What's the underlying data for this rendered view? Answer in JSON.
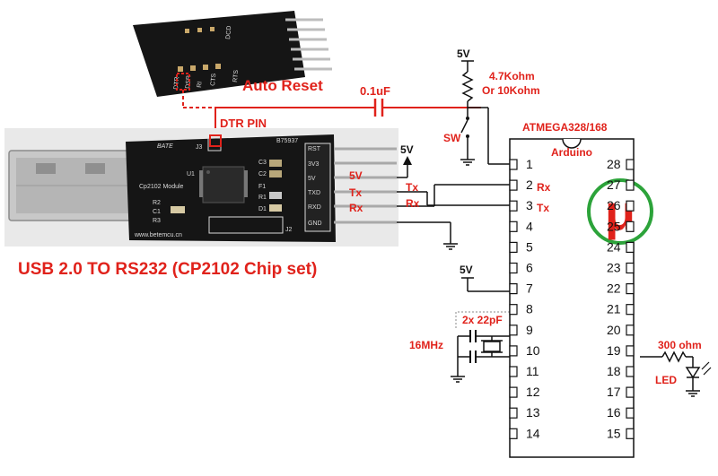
{
  "colors": {
    "annotation_red": "#e0221b",
    "wire": "#111111",
    "board": "#151515",
    "logo_green": "#2ca33a"
  },
  "labels": {
    "auto_reset": "Auto Reset",
    "cap_01uf": "0.1uF",
    "dtr_pin": "DTR PIN",
    "v5_top": "5V",
    "resistor_value_1": "4.7Kohm",
    "resistor_value_2": "Or 10Kohm",
    "sw": "SW",
    "chip_name": "ATMEGA328/168",
    "arduino": "Arduino",
    "rx_mcu": "Rx",
    "tx_mcu": "Tx",
    "tx_wire": "Tx",
    "rx_wire": "Rx",
    "v5_board": "5V",
    "v5_pin7": "5V",
    "caps_22pf": "2x 22pF",
    "xtal": "16MHz",
    "led_res": "300 ohm",
    "led": "LED",
    "micro_logo": "μ",
    "usb_caption": "USB 2.0 TO RS232 (CP2102 Chip set)"
  },
  "board": {
    "brand": "BATE",
    "model": "B75937",
    "module": "Cp2102 Module",
    "url": "www.betemcu.cn",
    "header_pins": [
      "RST",
      "3V3",
      "5V",
      "TXD",
      "RXD",
      "GND"
    ],
    "pin_tags": [
      "5V",
      "Tx",
      "Rx"
    ],
    "components": [
      "U1",
      "C3",
      "C2",
      "F1",
      "R1",
      "D1",
      "R2",
      "C1",
      "R3",
      "J2",
      "J3"
    ]
  },
  "board_back": {
    "pads": [
      "DTR",
      "DSR",
      "RI",
      "CTS",
      "DCD",
      "RTS"
    ]
  },
  "chip": {
    "left_pins": [
      "1",
      "2",
      "3",
      "4",
      "5",
      "6",
      "7",
      "8",
      "9",
      "10",
      "11",
      "12",
      "13",
      "14"
    ],
    "right_pins": [
      "28",
      "27",
      "26",
      "25",
      "24",
      "23",
      "22",
      "21",
      "20",
      "19",
      "18",
      "17",
      "16",
      "15"
    ]
  }
}
